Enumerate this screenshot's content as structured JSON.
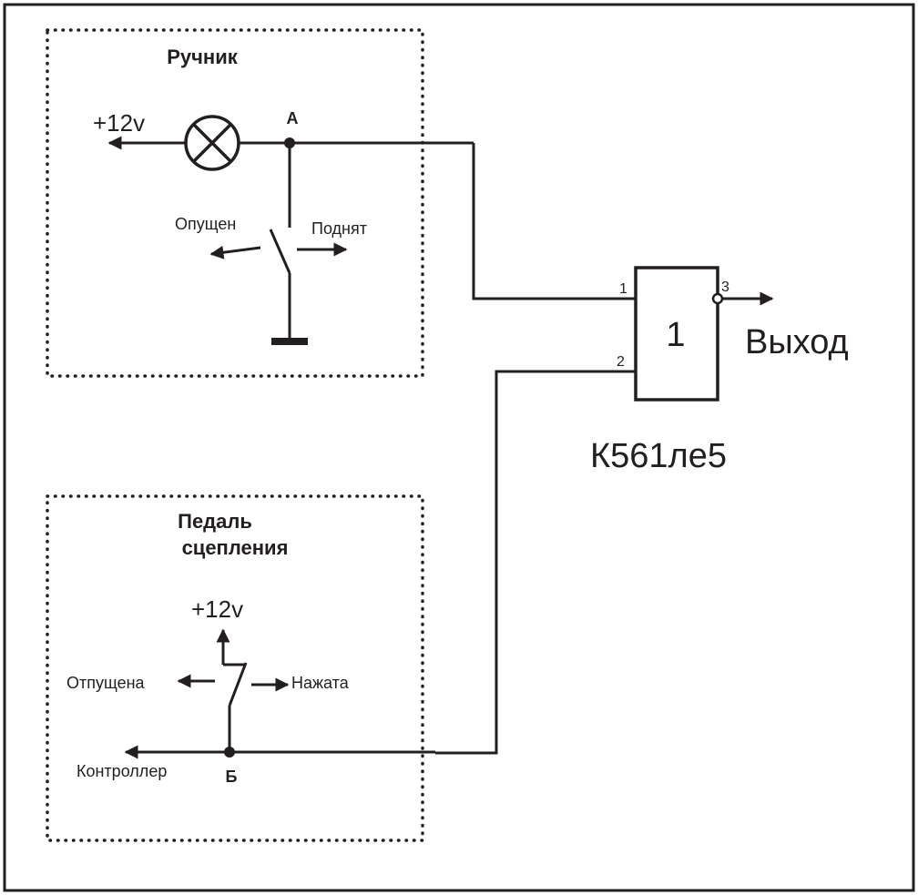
{
  "handbrake": {
    "title": "Ручник",
    "supply": "+12v",
    "node": "А",
    "left_label": "Опущен",
    "right_label": "Поднят"
  },
  "clutch": {
    "title_line1": "Педаль",
    "title_line2": "сцепления",
    "supply": "+12v",
    "left_label": "Отпущена",
    "right_label": "Нажата",
    "output_label": "Контроллер",
    "node": "Б"
  },
  "gate": {
    "symbol": "1",
    "pin1": "1",
    "pin2": "2",
    "pin3": "3",
    "output_label": "Выход",
    "part": "К561ле5"
  }
}
